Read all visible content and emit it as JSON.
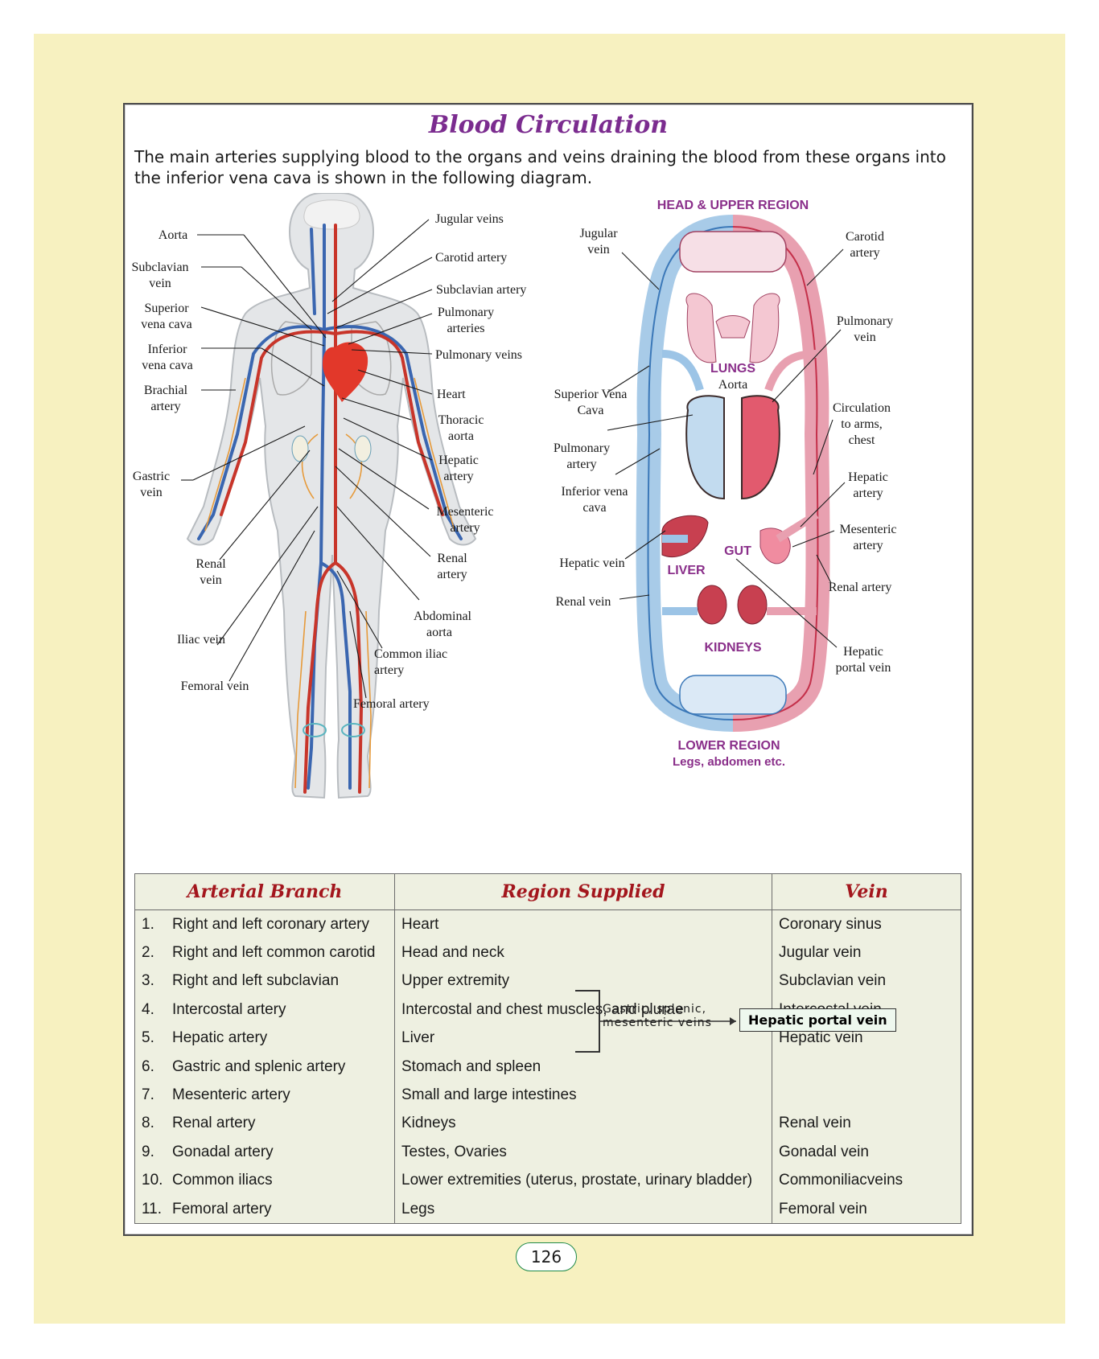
{
  "title": "Blood Circulation",
  "intro": "The main arteries supplying blood to the organs and veins draining the blood from these organs into the inferior vena cava is shown in the following diagram.",
  "body_diagram": {
    "left_labels": {
      "aorta": "Aorta",
      "subclavian_vein_1": "Subclavian",
      "subclavian_vein_2": "vein",
      "svc_1": "Superior",
      "svc_2": "vena cava",
      "ivc_1": "Inferior",
      "ivc_2": "vena cava",
      "brachial_1": "Brachial",
      "brachial_2": "artery",
      "gastric_1": "Gastric",
      "gastric_2": "vein",
      "renal_vein_1": "Renal",
      "renal_vein_2": "vein",
      "iliac_vein": "Iliac vein",
      "femoral_vein": "Femoral vein"
    },
    "right_labels": {
      "jugular_veins": "Jugular veins",
      "carotid_artery": "Carotid artery",
      "subclavian_artery": "Subclavian artery",
      "pulmonary_arteries_1": "Pulmonary",
      "pulmonary_arteries_2": "arteries",
      "pulmonary_veins": "Pulmonary veins",
      "heart": "Heart",
      "thoracic_1": "Thoracic",
      "thoracic_2": "aorta",
      "hepatic_1": "Hepatic",
      "hepatic_2": "artery",
      "mesenteric_1": "Mesenteric",
      "mesenteric_2": "artery",
      "renal_artery_1": "Renal",
      "renal_artery_2": "artery",
      "abdominal_1": "Abdominal",
      "abdominal_2": "aorta",
      "common_iliac_1": "Common iliac",
      "common_iliac_2": "artery",
      "femoral_artery": "Femoral artery"
    }
  },
  "circuit_diagram": {
    "head_region": "HEAD & UPPER REGION",
    "lower_region": "LOWER REGION",
    "lower_sub": "Legs, abdomen etc.",
    "lungs": "LUNGS",
    "aorta": "Aorta",
    "gut": "GUT",
    "liver": "LIVER",
    "kidneys": "KIDNEYS",
    "labels": {
      "jugular_1": "Jugular",
      "jugular_2": "vein",
      "svc_1": "Superior Vena",
      "svc_2": "Cava",
      "pulm_artery_1": "Pulmonary",
      "pulm_artery_2": "artery",
      "ivc_1": "Inferior vena",
      "ivc_2": "cava",
      "hepatic_vein": "Hepatic vein",
      "renal_vein": "Renal vein",
      "carotid_1": "Carotid",
      "carotid_2": "artery",
      "pulm_vein_1": "Pulmonary",
      "pulm_vein_2": "vein",
      "circ_1": "Circulation",
      "circ_2": "to arms,",
      "circ_3": "chest",
      "hepatic_artery_1": "Hepatic",
      "hepatic_artery_2": "artery",
      "mesenteric_1": "Mesenteric",
      "mesenteric_2": "artery",
      "renal_artery": "Renal artery",
      "portal_1": "Hepatic",
      "portal_2": "portal vein"
    }
  },
  "table": {
    "headers": [
      "Arterial Branch",
      "Region Supplied",
      "Vein"
    ],
    "rows": [
      {
        "num": "1.",
        "branch": "Right and left coronary artery",
        "region": "Heart",
        "vein": "Coronary sinus"
      },
      {
        "num": "2.",
        "branch": "Right and left common carotid",
        "region": "Head and neck",
        "vein": "Jugular vein"
      },
      {
        "num": "3.",
        "branch": "Right and left subclavian",
        "region": "Upper extremity",
        "vein": "Subclavian vein"
      },
      {
        "num": "4.",
        "branch": "Intercostal artery",
        "region": "Intercostal and chest muscles, and plurae",
        "vein": "Intercostal vein"
      },
      {
        "num": "5.",
        "branch": "Hepatic artery",
        "region": "Liver",
        "vein": "Hepatic vein"
      },
      {
        "num": "6.",
        "branch": "Gastric and splenic artery",
        "region": "Stomach and spleen",
        "vein": ""
      },
      {
        "num": "7.",
        "branch": "Mesenteric artery",
        "region": "Small and large intestines",
        "vein": ""
      },
      {
        "num": "8.",
        "branch": "Renal artery",
        "region": "Kidneys",
        "vein": "Renal vein"
      },
      {
        "num": "9.",
        "branch": "Gonadal artery",
        "region": "Testes, Ovaries",
        "vein": "Gonadal vein"
      },
      {
        "num": "10.",
        "branch": "Common iliacs",
        "region": "Lower extremities (uterus, prostate, urinary bladder)",
        "vein": "Commoniliacveins"
      },
      {
        "num": "11.",
        "branch": "Femoral artery",
        "region": "Legs",
        "vein": "Femoral vein"
      }
    ],
    "portal_note_1": "Gastric, splenic,",
    "portal_note_2": "mesenteric veins",
    "portal_box": "Hepatic portal vein"
  },
  "page_number": "126"
}
